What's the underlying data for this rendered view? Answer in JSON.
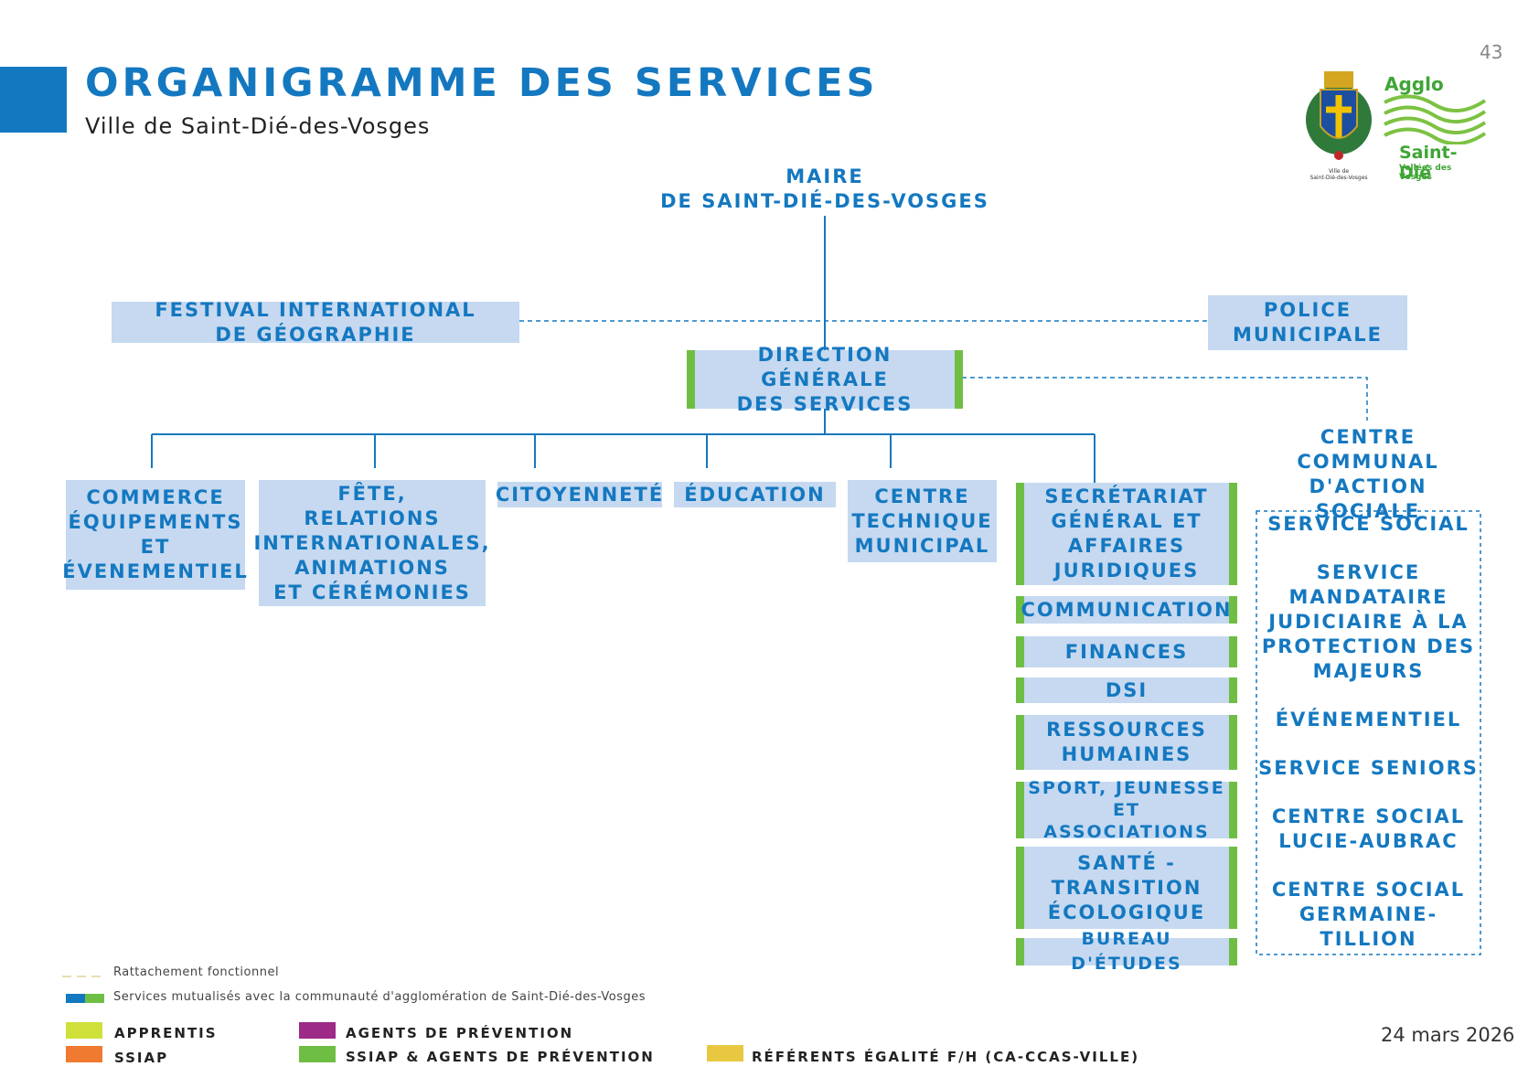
{
  "header": {
    "title": "ORGANIGRAMME DES SERVICES",
    "subtitle": "Ville de Saint-Dié-des-Vosges",
    "page_number": "43",
    "accent_color": "#1478c0"
  },
  "logos": {
    "city_caption": "Ville de\nSaint-Dié-des-Vosges",
    "agglo_top": "Agglo",
    "agglo_name": "Saint-Dié",
    "agglo_sub": "Vallées des Vosges"
  },
  "org": {
    "maire": "MAIRE\nDE SAINT-DIÉ-DES-VOSGES",
    "festival": "FESTIVAL INTERNATIONAL\nDE GÉOGRAPHIE",
    "police": "POLICE\nMUNICIPALE",
    "dgs": "DIRECTION GÉNÉRALE\nDES SERVICES",
    "ccas_title": "CENTRE\nCOMMUNAL\nD'ACTION SOCIALE",
    "departments": [
      "COMMERCE\nÉQUIPEMENTS\nET\nÉVENEMENTIEL",
      "FÊTE,\nRELATIONS\nINTERNATIONALES,\nANIMATIONS\nET CÉRÉMONIES",
      "CITOYENNETÉ",
      "ÉDUCATION",
      "CENTRE\nTECHNIQUE\nMUNICIPAL"
    ],
    "shared_services": [
      "SECRÉTARIAT\nGÉNÉRAL ET\nAFFAIRES\nJURIDIQUES",
      "COMMUNICATION",
      "FINANCES",
      "DSI",
      "RESSOURCES\nHUMAINES",
      "SPORT, JEUNESSE\nET ASSOCIATIONS",
      "SANTÉ -\nTRANSITION\nÉCOLOGIQUE",
      "BUREAU D'ÉTUDES"
    ],
    "ccas_services": [
      "SERVICE SOCIAL",
      "SERVICE\nMANDATAIRE\nJUDICIAIRE À LA\nPROTECTION DES\nMAJEURS",
      "ÉVÉNEMENTIEL",
      "SERVICE SENIORS",
      "CENTRE SOCIAL\nLUCIE-AUBRAC",
      "CENTRE SOCIAL\nGERMAINE-\nTILLION"
    ]
  },
  "legend": {
    "functional_link": "Rattachement fonctionnel",
    "shared_with_agglo": "Services mutualisés avec la communauté d'agglomération de Saint-Dié-des-Vosges",
    "apprentis": "APPRENTIS",
    "ssiap": "SSIAP",
    "agents_prevention": "AGENTS DE PRÉVENTION",
    "ssiap_agents": "SSIAP & AGENTS DE PRÉVENTION",
    "referents": "RÉFÉRENTS ÉGALITÉ F/H (CA-CCAS-VILLE)",
    "colors": {
      "apprentis": "#cfe03a",
      "ssiap": "#f07a30",
      "agents_prevention": "#9c2a86",
      "ssiap_agents": "#6fbe44",
      "referents": "#e8c840",
      "shared_blue": "#1478c0",
      "shared_green": "#6fbe44"
    }
  },
  "footer": {
    "date": "24 mars 2026"
  }
}
